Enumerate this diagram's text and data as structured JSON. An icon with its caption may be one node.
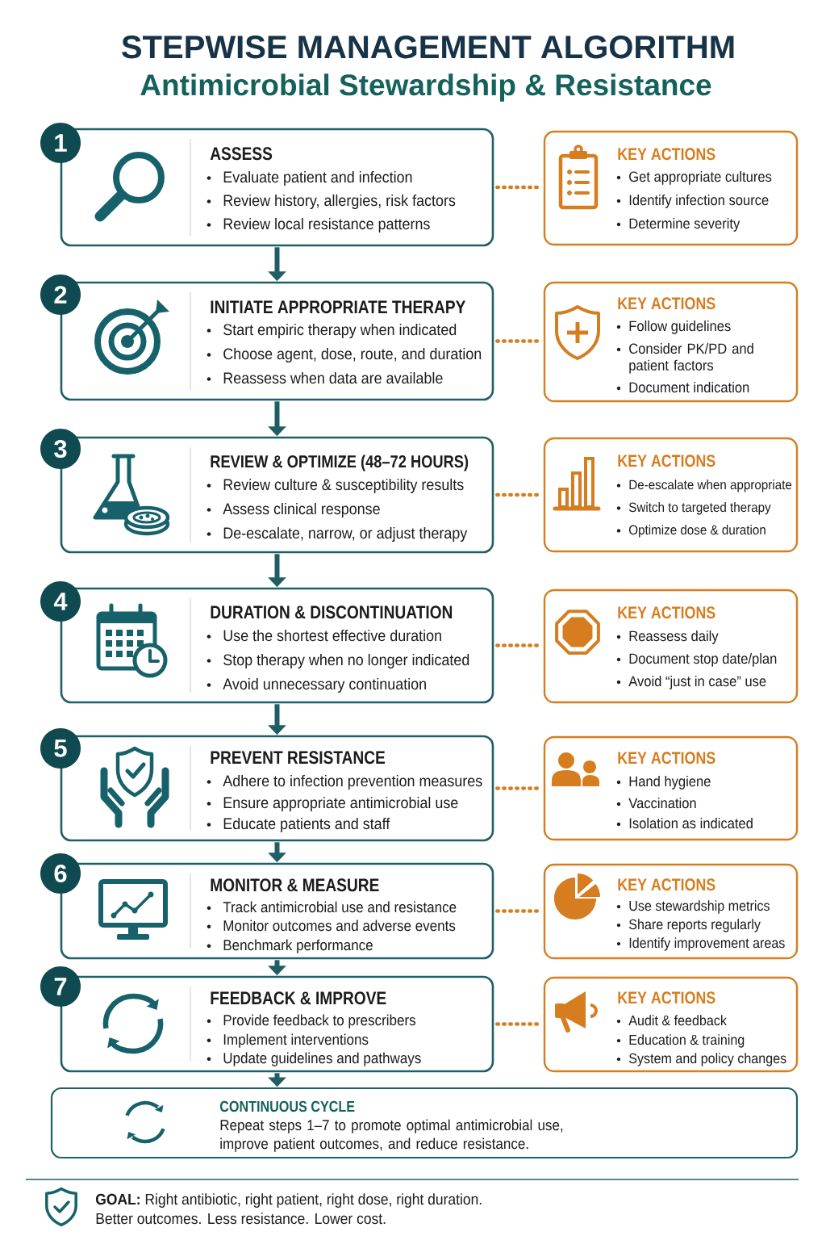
{
  "diagram": {
    "title": "STEPWISE MANAGEMENT ALGORITHM",
    "nodes": [
      {
        "text": [
          "1"
        ]
      },
      {
        "text": [
          "ASSESS",
          "Evaluate patient and infection",
          "Review history, allergies, risk factors",
          "Review local resistance patterns"
        ]
      },
      {
        "text": [
          "KEY ACTIONS",
          "Get appropriate cultures",
          "Identify infection source",
          "Determine severity"
        ]
      },
      {
        "text": [
          "2"
        ]
      },
      {
        "text": [
          "INITIATE APPROPRIATE THERAPY",
          "Start empiric therapy when indicated",
          "Choose agent, dose, route, and duration",
          "Reassess when data are available"
        ]
      },
      {
        "text": [
          "KEY ACTIONS",
          "Follow guidelines",
          "Consider PK/PD and patient factors",
          "Document indication"
        ]
      },
      {
        "text": [
          "3"
        ]
      },
      {
        "text": [
          "REVIEW & OPTIMIZE (48–72 HOURS)",
          "Review culture & susceptibility results",
          "Assess clinical response",
          "De-escalate, narrow, or adjust therapy"
        ]
      },
      {
        "text": [
          "KEY ACTIONS",
          "De-escalate when appropriate",
          "Switch to targeted therapy",
          "Optimize dose & duration"
        ]
      },
      {
        "text": [
          "4"
        ]
      },
      {
        "text": [
          "DURATION & DISCONTINUATION",
          "Use the shortest effective duration",
          "Stop therapy when no longer indicated",
          "Avoid unnecessary continuation"
        ]
      },
      {
        "text": [
          "KEY ACTIONS",
          "Reassess daily",
          "Document stop date/plan",
          "Avoid “just in case” use"
        ]
      },
      {
        "text": [
          "5"
        ]
      },
      {
        "text": [
          "PREVENT RESISTANCE",
          "Adhere to infection prevention measures",
          "Ensure appropriate antimicrobial use",
          "Educate patients and staff"
        ]
      },
      {
        "text": [
          "KEY ACTIONS",
          "Hand hygiene",
          "Vaccination",
          "Isolation as indicated"
        ]
      },
      {
        "text": [
          "6"
        ]
      },
      {
        "text": [
          "MONITOR & MEASURE",
          "Track antimicrobial use and resistance",
          "Monitor outcomes and adverse events",
          "Benchmark performance"
        ]
      },
      {
        "text": [
          "KEY ACTIONS",
          "Use stewardship metrics",
          "Share reports regularly",
          "Identify improvement areas"
        ]
      },
      {
        "text": [
          "7"
        ]
      },
      {
        "text": [
          "FEEDBACK & IMPROVE",
          "Provide feedback to prescribers",
          "Implement interventions",
          "Update guidelines and pathways"
        ]
      },
      {
        "text": [
          "KEY ACTIONS",
          "Audit & feedback",
          "Education & training",
          "System and policy changes"
        ]
      },
      {
        "text": [
          "CONTINUOUS CYCLE",
          "Repeat steps 1–7 to promote optimal antimicrobial use, improve patient outcomes, and reduce resistance."
        ]
      }
    ],
    "edges": [
      {
        "from": 1,
        "to": 2,
        "arrow": "none",
        "style": "dashed",
        "color": "#d67d1f"
      },
      {
        "from": 1,
        "to": 4,
        "arrow": "to",
        "color": "#1e5e64"
      },
      {
        "from": 4,
        "to": 5,
        "arrow": "none",
        "style": "dashed",
        "color": "#d67d1f"
      },
      {
        "from": 4,
        "to": 7,
        "arrow": "to",
        "color": "#1e5e64"
      },
      {
        "from": 7,
        "to": 8,
        "arrow": "none",
        "style": "dashed",
        "color": "#d67d1f"
      },
      {
        "from": 7,
        "to": 10,
        "arrow": "to",
        "color": "#1e5e64"
      },
      {
        "from": 10,
        "to": 11,
        "arrow": "none",
        "style": "dashed",
        "color": "#d67d1f"
      },
      {
        "from": 10,
        "to": 13,
        "arrow": "to",
        "color": "#1e5e64"
      },
      {
        "from": 13,
        "to": 14,
        "arrow": "none",
        "style": "dashed",
        "color": "#d67d1f"
      },
      {
        "from": 13,
        "to": 16,
        "arrow": "to",
        "color": "#1e5e64"
      },
      {
        "from": 16,
        "to": 17,
        "arrow": "none",
        "style": "dashed",
        "color": "#d67d1f"
      },
      {
        "from": 16,
        "to": 19,
        "arrow": "to",
        "color": "#1e5e64"
      },
      {
        "from": 19,
        "to": 20,
        "arrow": "none",
        "style": "dashed",
        "color": "#d67d1f"
      },
      {
        "from": 19,
        "to": 21,
        "arrow": "to",
        "color": "#1e5e64"
      }
    ],
    "labels": [
      "Antimicrobial Stewardship & Resistance",
      "**GOAL:** Right antibiotic, right patient, right dose, right duration.",
      "Better outcomes. Less resistance. Lower cost."
    ]
  }
}
